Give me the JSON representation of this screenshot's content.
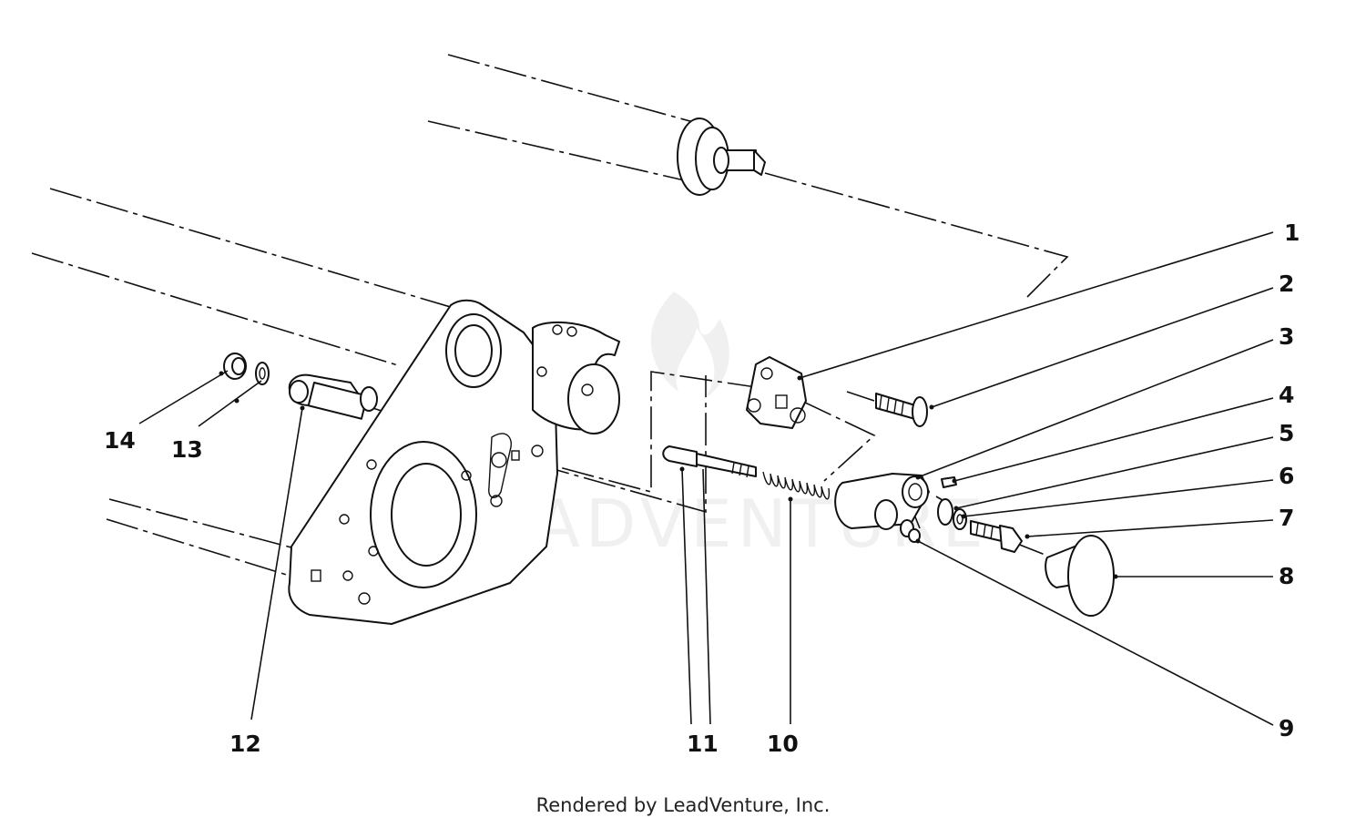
{
  "diagram": {
    "callouts": [
      {
        "id": "c1",
        "label": "1"
      },
      {
        "id": "c2",
        "label": "2"
      },
      {
        "id": "c3",
        "label": "3"
      },
      {
        "id": "c4",
        "label": "4"
      },
      {
        "id": "c5",
        "label": "5"
      },
      {
        "id": "c6",
        "label": "6"
      },
      {
        "id": "c7",
        "label": "7"
      },
      {
        "id": "c8",
        "label": "8"
      },
      {
        "id": "c9",
        "label": "9"
      },
      {
        "id": "c10",
        "label": "10"
      },
      {
        "id": "c11",
        "label": "11"
      },
      {
        "id": "c12",
        "label": "12"
      },
      {
        "id": "c13",
        "label": "13"
      },
      {
        "id": "c14",
        "label": "14"
      }
    ],
    "watermark": "LEADVENTURE"
  },
  "footer": {
    "credit": "Rendered by LeadVenture, Inc."
  }
}
